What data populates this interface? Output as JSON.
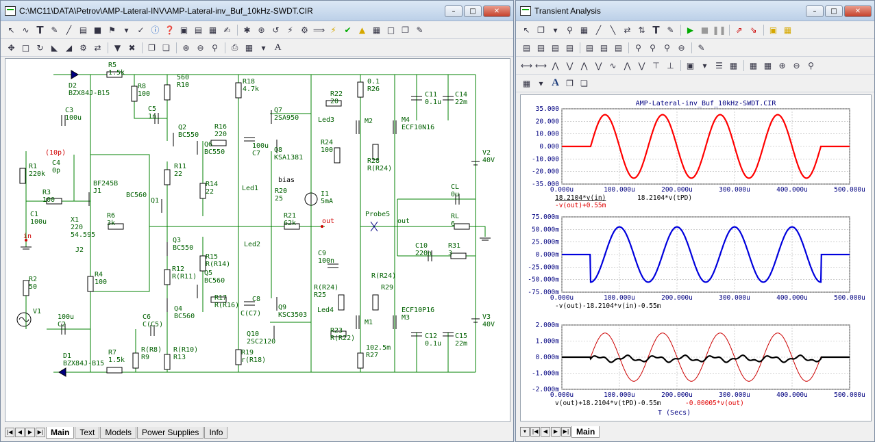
{
  "left_window": {
    "title": "C:\\MC11\\DATA\\Petrov\\AMP-Lateral-INV\\AMP-Lateral-inv_Buf_10kHz-SWDT.CIR",
    "tabs": [
      {
        "label": "Main",
        "active": true
      },
      {
        "label": "Text"
      },
      {
        "label": "Models"
      },
      {
        "label": "Power Supplies"
      },
      {
        "label": "Info"
      }
    ]
  },
  "right_window": {
    "title": "Transient Analysis",
    "tabs": [
      {
        "label": "Main",
        "active": true
      }
    ]
  },
  "schematic": {
    "components": [
      {
        "id": "D2",
        "lines": [
          "D2",
          "BZX84J-B15"
        ]
      },
      {
        "id": "R5",
        "lines": [
          "R5",
          "1.5k"
        ]
      },
      {
        "id": "R8",
        "lines": [
          "R8",
          "100"
        ]
      },
      {
        "id": "R10",
        "lines": [
          "560",
          "R10"
        ]
      },
      {
        "id": "C3",
        "lines": [
          "C3",
          "100u"
        ]
      },
      {
        "id": "C5",
        "lines": [
          "C5",
          "1n"
        ]
      },
      {
        "id": "Q2",
        "lines": [
          "Q2",
          "BC550"
        ]
      },
      {
        "id": "Q6",
        "lines": [
          "Q6",
          "BC550"
        ]
      },
      {
        "id": "R16",
        "lines": [
          "R16",
          "220"
        ]
      },
      {
        "id": "R18",
        "lines": [
          "R18",
          "4.7k"
        ]
      },
      {
        "id": "Q7",
        "lines": [
          "Q7",
          "2SA950"
        ]
      },
      {
        "id": "C7",
        "lines": [
          "100u",
          "C7"
        ]
      },
      {
        "id": "Q8",
        "lines": [
          "Q8",
          "KSA1381"
        ]
      },
      {
        "id": "R22",
        "lines": [
          "R22",
          "20"
        ]
      },
      {
        "id": "Led3",
        "lines": [
          "Led3"
        ]
      },
      {
        "id": "R26",
        "lines": [
          "0.1",
          "R26"
        ]
      },
      {
        "id": "M2",
        "lines": [
          "M2"
        ]
      },
      {
        "id": "M4",
        "lines": [
          "M4",
          "ECF10N16"
        ]
      },
      {
        "id": "C11",
        "lines": [
          "C11",
          "0.1u"
        ]
      },
      {
        "id": "C14",
        "lines": [
          "C14",
          "22m"
        ]
      },
      {
        "id": "R24",
        "lines": [
          "R24",
          "100"
        ]
      },
      {
        "id": "R28",
        "lines": [
          "R28",
          "R(R24)"
        ]
      },
      {
        "id": "V2",
        "lines": [
          "V2",
          "40V"
        ]
      },
      {
        "id": "C10p",
        "lines": [
          "(10p)"
        ]
      },
      {
        "id": "C4",
        "lines": [
          "C4",
          "0p"
        ]
      },
      {
        "id": "R1",
        "lines": [
          "R1",
          "220k"
        ]
      },
      {
        "id": "J1",
        "lines": [
          "BF245B",
          "J1"
        ]
      },
      {
        "id": "R11",
        "lines": [
          "R11",
          "22"
        ]
      },
      {
        "id": "R14",
        "lines": [
          "R14",
          "22"
        ]
      },
      {
        "id": "Led1",
        "lines": [
          "Led1"
        ]
      },
      {
        "id": "bias",
        "lines": [
          "bias"
        ]
      },
      {
        "id": "R20",
        "lines": [
          "R20",
          "25"
        ]
      },
      {
        "id": "I1",
        "lines": [
          "I1",
          "5mA"
        ]
      },
      {
        "id": "CL",
        "lines": [
          "CL",
          "0u"
        ]
      },
      {
        "id": "R3",
        "lines": [
          "R3",
          "100"
        ]
      },
      {
        "id": "BC560a",
        "lines": [
          "BC560"
        ]
      },
      {
        "id": "Q1",
        "lines": [
          "Q1"
        ]
      },
      {
        "id": "C1",
        "lines": [
          "C1",
          "100u"
        ]
      },
      {
        "id": "X1",
        "lines": [
          "X1",
          "220",
          "54.595"
        ]
      },
      {
        "id": "R6",
        "lines": [
          "R6",
          "3k"
        ]
      },
      {
        "id": "R21",
        "lines": [
          "R21",
          "62k"
        ]
      },
      {
        "id": "out1",
        "lines": [
          "out"
        ]
      },
      {
        "id": "Probe5",
        "lines": [
          "Probe5"
        ]
      },
      {
        "id": "out2",
        "lines": [
          "out"
        ]
      },
      {
        "id": "RL",
        "lines": [
          "RL",
          "6"
        ]
      },
      {
        "id": "in",
        "lines": [
          "in"
        ]
      },
      {
        "id": "Q3",
        "lines": [
          "Q3",
          "BC550"
        ]
      },
      {
        "id": "J2",
        "lines": [
          "J2"
        ]
      },
      {
        "id": "R15",
        "lines": [
          "R15",
          "R(R14)"
        ]
      },
      {
        "id": "Led2",
        "lines": [
          "Led2"
        ]
      },
      {
        "id": "C9",
        "lines": [
          "C9",
          "100n"
        ]
      },
      {
        "id": "C10",
        "lines": [
          "C10",
          "220n"
        ]
      },
      {
        "id": "R31",
        "lines": [
          "R31",
          "3"
        ]
      },
      {
        "id": "R4",
        "lines": [
          "R4",
          "100"
        ]
      },
      {
        "id": "R12",
        "lines": [
          "R12",
          "R(R11)"
        ]
      },
      {
        "id": "Q5",
        "lines": [
          "Q5",
          "BC560"
        ]
      },
      {
        "id": "R29R24",
        "lines": [
          "R(R24)"
        ]
      },
      {
        "id": "R2",
        "lines": [
          "R2",
          "50"
        ]
      },
      {
        "id": "C8",
        "lines": [
          "C8"
        ]
      },
      {
        "id": "R25",
        "lines": [
          "R(R24)",
          "R25"
        ]
      },
      {
        "id": "R29",
        "lines": [
          "R29"
        ]
      },
      {
        "id": "V1",
        "lines": [
          "V1"
        ]
      },
      {
        "id": "R17",
        "lines": [
          "R17",
          "R(R16)"
        ]
      },
      {
        "id": "Q4",
        "lines": [
          "Q4",
          "BC560"
        ]
      },
      {
        "id": "CC7",
        "lines": [
          "C(C7)"
        ]
      },
      {
        "id": "Q9",
        "lines": [
          "Q9",
          "KSC3503"
        ]
      },
      {
        "id": "Led4",
        "lines": [
          "Led4"
        ]
      },
      {
        "id": "M1",
        "lines": [
          "M1"
        ]
      },
      {
        "id": "M3",
        "lines": [
          "ECF10P16",
          "M3"
        ]
      },
      {
        "id": "V3",
        "lines": [
          "V3",
          "40V"
        ]
      },
      {
        "id": "C2",
        "lines": [
          "100u",
          "C2"
        ]
      },
      {
        "id": "C6",
        "lines": [
          "C6",
          "C(C5)"
        ]
      },
      {
        "id": "Q10",
        "lines": [
          "Q10",
          "2SC2120"
        ]
      },
      {
        "id": "R23",
        "lines": [
          "R23",
          "R(R22)"
        ]
      },
      {
        "id": "C12",
        "lines": [
          "C12",
          "0.1u"
        ]
      },
      {
        "id": "C15",
        "lines": [
          "C15",
          "22m"
        ]
      },
      {
        "id": "R9",
        "lines": [
          "R(R8)",
          "R9"
        ]
      },
      {
        "id": "R13",
        "lines": [
          "R(R10)",
          "R13"
        ]
      },
      {
        "id": "R19",
        "lines": [
          "R19",
          "r(R18)"
        ]
      },
      {
        "id": "R27",
        "lines": [
          "102.5m",
          "R27"
        ]
      },
      {
        "id": "R7",
        "lines": [
          "R7",
          "1.5k"
        ]
      },
      {
        "id": "D1",
        "lines": [
          "D1",
          "BZX84J-B15"
        ]
      }
    ]
  },
  "transient": {
    "plot_title": "AMP-Lateral-inv_Buf_10kHz-SWDT.CIR",
    "x_ticks": [
      "0.000u",
      "100.000u",
      "200.000u",
      "300.000u",
      "400.000u",
      "500.000u"
    ],
    "x_axis_label": "T (Secs)",
    "plots": [
      {
        "y_ticks": [
          "35.000",
          "20.000",
          "10.000",
          "0.000",
          "-10.000",
          "-20.000",
          "-35.000"
        ],
        "ylim": [
          -35,
          35
        ],
        "legend": [
          {
            "text": "18.2104*v(in)",
            "color": "#000000",
            "underline": true
          },
          {
            "text": "18.2104*v(tPD)",
            "color": "#000000"
          },
          {
            "text": "-v(out)+0.55m",
            "color": "#e00000"
          }
        ],
        "series": [
          {
            "color": "#ff0000",
            "amplitude": 29.5,
            "phase": "sin"
          }
        ]
      },
      {
        "y_ticks": [
          "75.000m",
          "50.000m",
          "25.000m",
          "0.000m",
          "-25.000m",
          "-50.000m",
          "-75.000m"
        ],
        "ylim": [
          -75,
          75
        ],
        "legend": [
          {
            "text": "-v(out)-18.2104*v(in)-0.55m",
            "color": "#000000"
          }
        ],
        "series": [
          {
            "color": "#0000dd",
            "amplitude": 55,
            "phase": "cos"
          }
        ]
      },
      {
        "y_ticks": [
          "2.000m",
          "1.000m",
          "0.000m",
          "-1.000m",
          "-2.000m"
        ],
        "ylim": [
          -2,
          2
        ],
        "legend": [
          {
            "text": "v(out)+18.2104*v(tPD)-0.55m",
            "color": "#000000"
          },
          {
            "text": "-0.00005*v(out)",
            "color": "#e00000"
          }
        ],
        "series": [
          {
            "color": "#cc0000",
            "amplitude": 1.5,
            "phase": "sin"
          },
          {
            "color": "#000000",
            "amplitude": 0.25,
            "phase": "ripple"
          }
        ]
      }
    ],
    "signal": {
      "t_start": 50,
      "t_end": 450,
      "period": 100,
      "t_max": 500
    }
  }
}
